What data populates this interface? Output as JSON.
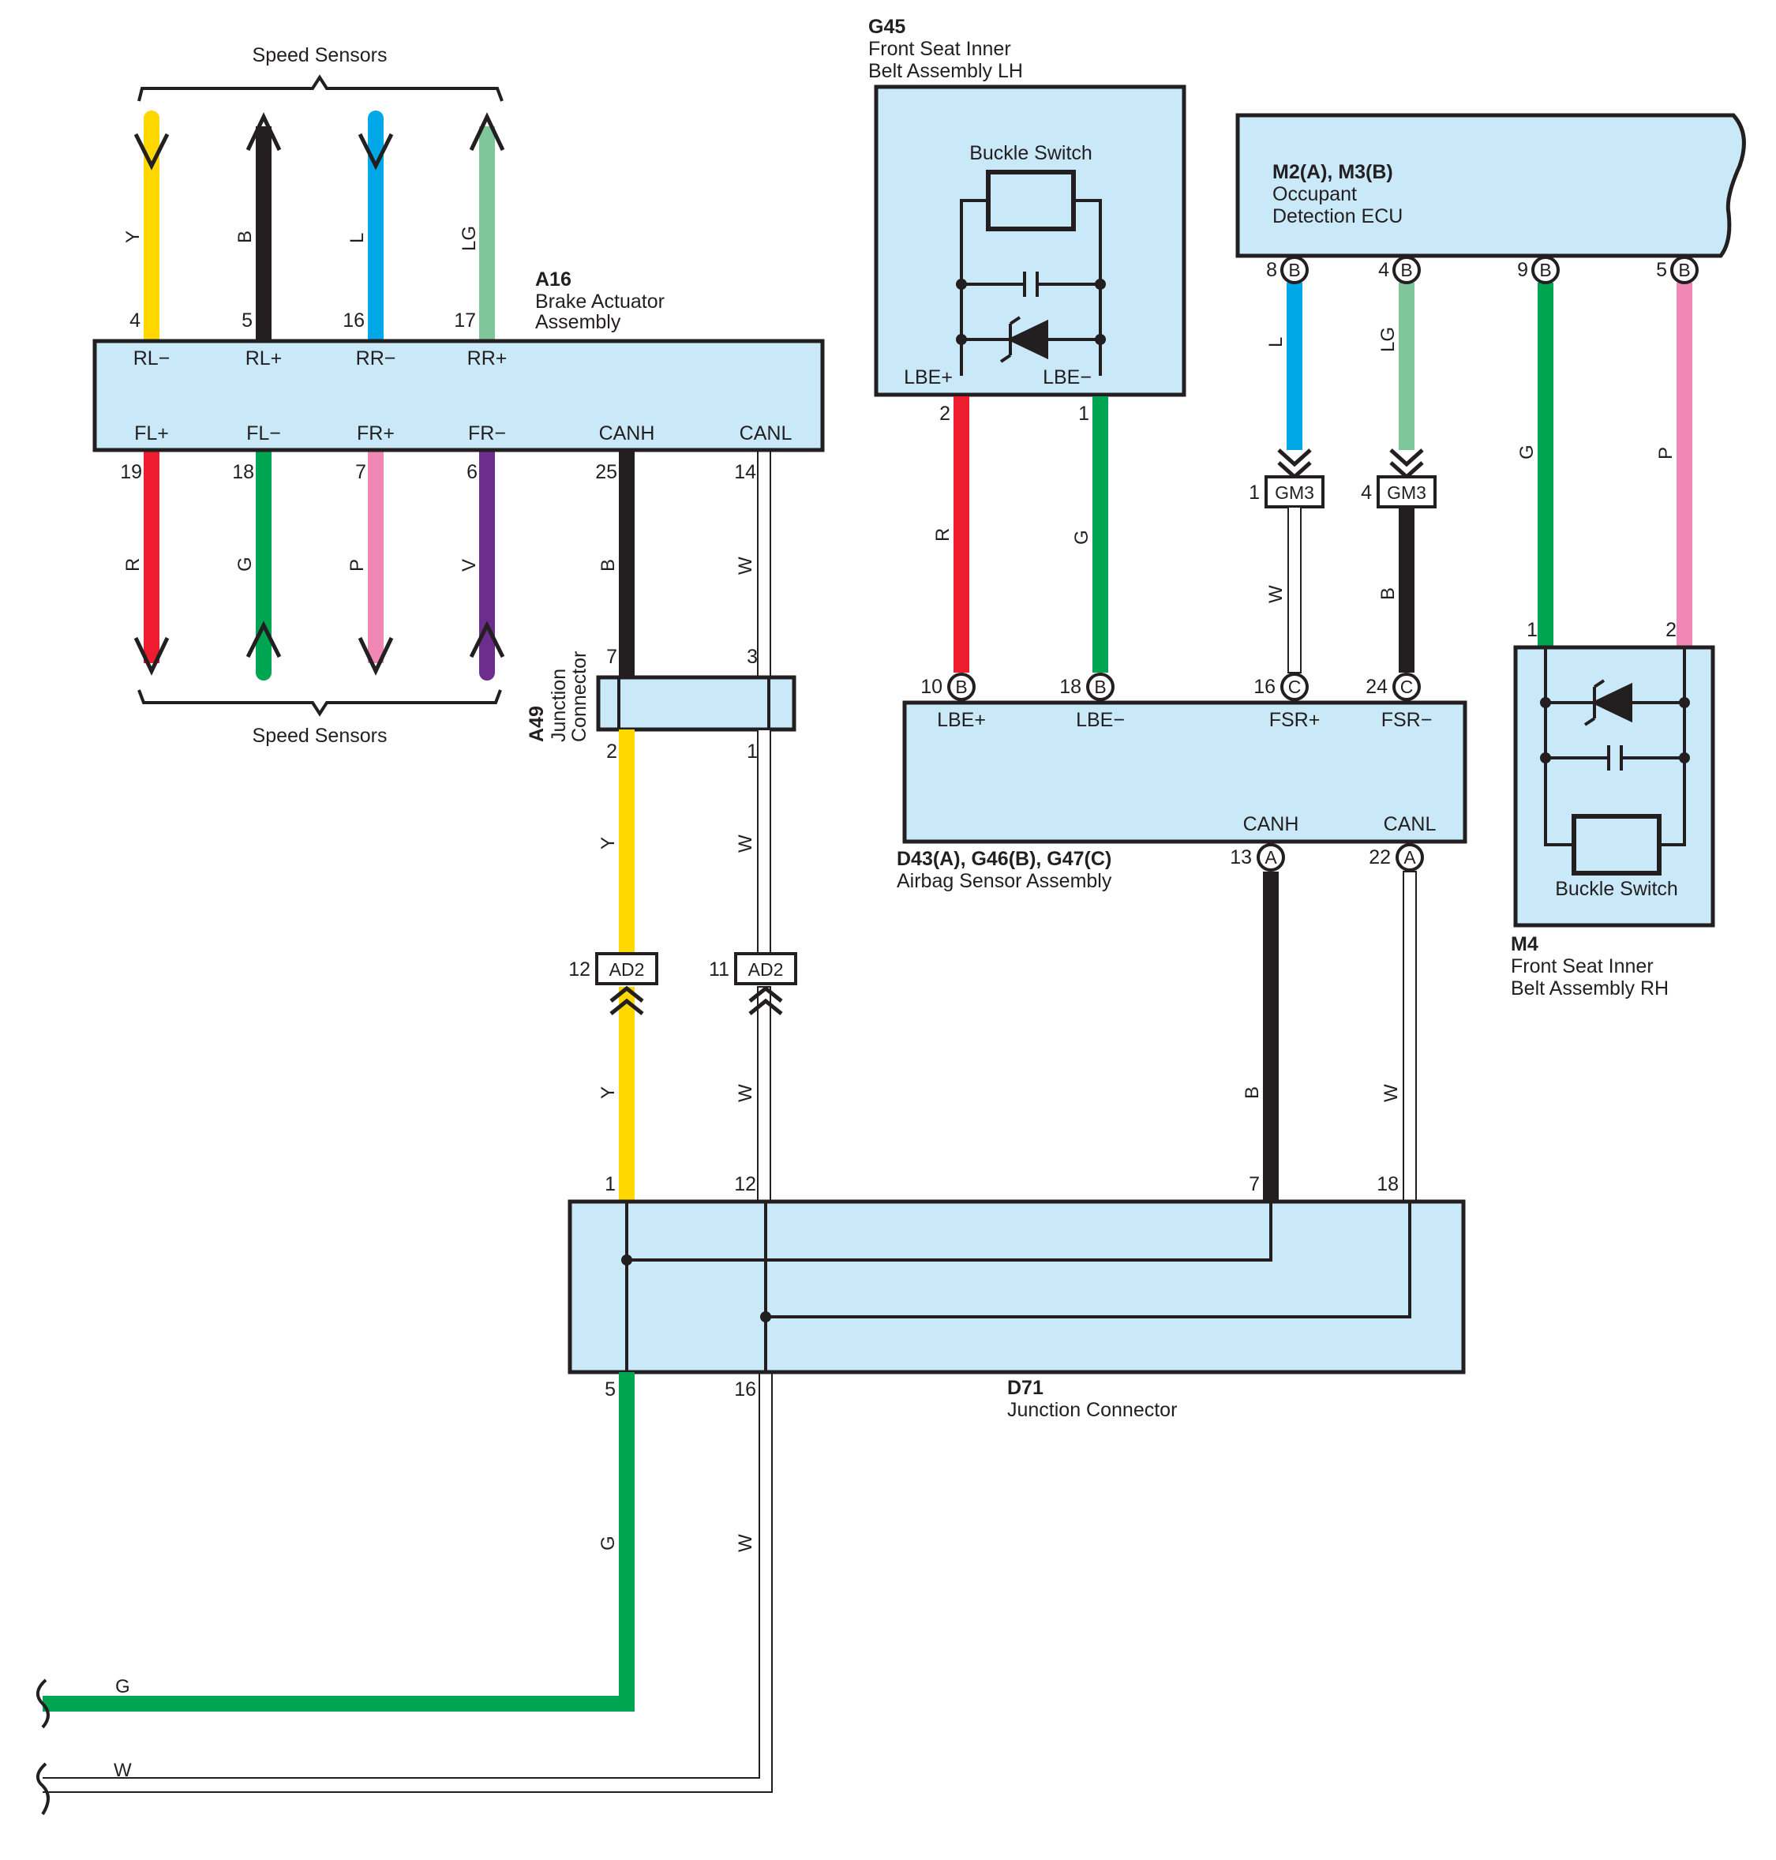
{
  "colors": {
    "Y": "#ffd800",
    "B": "#231f20",
    "L": "#00a8e8",
    "LG": "#7fc79a",
    "R": "#ed1c2e",
    "G": "#00a551",
    "P": "#f088b6",
    "V": "#6c2d8f",
    "W": "#ffffff",
    "box_fill": "#c9e8f8"
  },
  "speed_sensors_top": "Speed Sensors",
  "speed_sensors_bottom": "Speed Sensors",
  "a16": {
    "code": "A16",
    "name_line1": "Brake Actuator",
    "name_line2": "Assembly",
    "top_terminals": [
      {
        "pin": "4",
        "name": "RL−",
        "wire": "Y"
      },
      {
        "pin": "5",
        "name": "RL+",
        "wire": "B"
      },
      {
        "pin": "16",
        "name": "RR−",
        "wire": "L"
      },
      {
        "pin": "17",
        "name": "RR+",
        "wire": "LG"
      }
    ],
    "bottom_terminals": [
      {
        "pin": "19",
        "name": "FL+",
        "wire": "R"
      },
      {
        "pin": "18",
        "name": "FL−",
        "wire": "G"
      },
      {
        "pin": "7",
        "name": "FR+",
        "wire": "P"
      },
      {
        "pin": "6",
        "name": "FR−",
        "wire": "V"
      },
      {
        "pin": "25",
        "name": "CANH",
        "wire": "B"
      },
      {
        "pin": "14",
        "name": "CANL",
        "wire": "W"
      }
    ]
  },
  "a49": {
    "code": "A49",
    "name_line1": "Junction",
    "name_line2": "Connector",
    "pins_top": [
      "7",
      "3"
    ],
    "pins_bottom": [
      "2",
      "1"
    ],
    "wires_below": [
      "Y",
      "W"
    ]
  },
  "ad2": {
    "code": "AD2",
    "left_pin": "12",
    "right_pin": "11",
    "wires_below": [
      "Y",
      "W"
    ]
  },
  "g45": {
    "code": "G45",
    "name_line1": "Front Seat Inner",
    "name_line2": "Belt Assembly LH",
    "switch_label": "Buckle Switch",
    "terminals": [
      {
        "pin": "2",
        "name": "LBE+",
        "wire": "R"
      },
      {
        "pin": "1",
        "name": "LBE−",
        "wire": "G"
      }
    ]
  },
  "ecu": {
    "code": "M2(A), M3(B)",
    "name_line1": "Occupant",
    "name_line2": "Detection ECU",
    "terminals": [
      {
        "pin": "8",
        "conn": "B",
        "wire": "L"
      },
      {
        "pin": "4",
        "conn": "B",
        "wire": "LG"
      },
      {
        "pin": "9",
        "conn": "B",
        "wire": "G"
      },
      {
        "pin": "5",
        "conn": "B",
        "wire": "P"
      }
    ]
  },
  "gm3": {
    "code": "GM3",
    "left_pin": "1",
    "right_pin": "4",
    "wires_below": [
      "W",
      "B"
    ]
  },
  "airbag": {
    "code": "D43(A), G46(B), G47(C)",
    "name": "Airbag Sensor Assembly",
    "top_terminals": [
      {
        "pin": "10",
        "conn": "B",
        "name": "LBE+"
      },
      {
        "pin": "18",
        "conn": "B",
        "name": "LBE−"
      },
      {
        "pin": "16",
        "conn": "C",
        "name": "FSR+"
      },
      {
        "pin": "24",
        "conn": "C",
        "name": "FSR−"
      }
    ],
    "bottom_terminals": [
      {
        "pin": "13",
        "conn": "A",
        "name": "CANH",
        "wire": "B"
      },
      {
        "pin": "22",
        "conn": "A",
        "name": "CANL",
        "wire": "W"
      }
    ]
  },
  "m4": {
    "code": "M4",
    "name_line1": "Front Seat Inner",
    "name_line2": "Belt Assembly RH",
    "switch_label": "Buckle Switch",
    "pins": [
      "1",
      "2"
    ]
  },
  "d71": {
    "code": "D71",
    "name": "Junction Connector",
    "pins_top": [
      "1",
      "12",
      "7",
      "18"
    ],
    "pins_bottom": [
      "5",
      "16"
    ]
  },
  "left_exit": {
    "wires": [
      "G",
      "W"
    ],
    "bottom_wires": [
      "G",
      "W"
    ]
  }
}
